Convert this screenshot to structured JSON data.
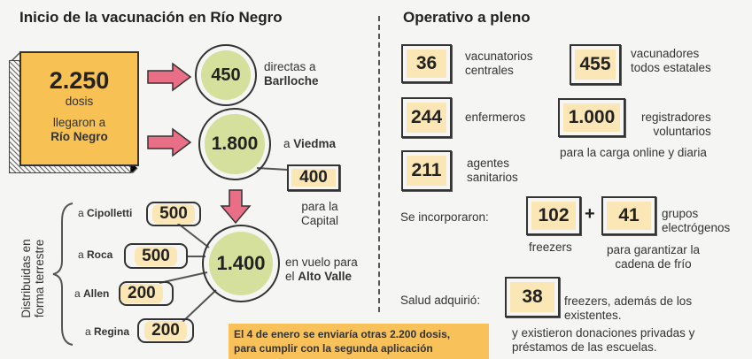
{
  "left": {
    "title": "Inicio de la vacunación en Río Negro",
    "total": {
      "value": "2.250",
      "line1": "dosis",
      "line2": "llegaron a",
      "line3": "Río Negro"
    },
    "bariloche": {
      "value": "450",
      "line1": "directas a",
      "line2": "Barlloche"
    },
    "viedma": {
      "value": "1.800",
      "label_pre": "a ",
      "label_bold": "Viedma"
    },
    "capital": {
      "value": "400",
      "line1": "para la",
      "line2": "Capital"
    },
    "altovalle": {
      "value": "1.400",
      "line1": "en vuelo para",
      "line2_pre": "el ",
      "line2_bold": "Alto Valle"
    },
    "distributed_label": {
      "line1": "Distribuidas en",
      "line2": "forma terrestre"
    },
    "cities": [
      {
        "pre": "a ",
        "name": "Cipolletti",
        "value": "500"
      },
      {
        "pre": "a ",
        "name": "Roca",
        "value": "500"
      },
      {
        "pre": "a ",
        "name": "Allen",
        "value": "200"
      },
      {
        "pre": "a ",
        "name": "Regina",
        "value": "200"
      }
    ],
    "note": {
      "line1": "El 4 de enero se enviaría otras 2.200 dosis,",
      "line2": "para cumplir con la segunda aplicación"
    }
  },
  "right": {
    "title": "Operativo a pleno",
    "stats": [
      {
        "value": "36",
        "line1": "vacunatorios",
        "line2": "centrales"
      },
      {
        "value": "455",
        "line1": "vacunadores",
        "line2": "todos estatales"
      },
      {
        "value": "244",
        "line1": "enfermeros"
      },
      {
        "value": "1.000",
        "line1": "registradores",
        "line2": "voluntarios",
        "extra": "para la carga online y diaria"
      },
      {
        "value": "211",
        "line1": "agentes",
        "line2": "sanitarios"
      }
    ],
    "incorporated": {
      "label": "Se incorporaron:",
      "freezers": "102",
      "freezers_label": "freezers",
      "plus": "+",
      "generators": "41",
      "gen_line1": "grupos",
      "gen_line2": "electrógenos",
      "purpose1": "para garantizar la",
      "purpose2": "cadena de frío"
    },
    "acquired": {
      "label": "Salud adquirió:",
      "value": "38",
      "line1": "freezers, además de los",
      "line2": "existentes.",
      "line3": "y existieron donaciones privadas y",
      "line4": "préstamos de las escuelas."
    }
  },
  "colors": {
    "orange": "#f7c153",
    "green": "#d4e09b",
    "cream": "#fbe7b5",
    "pink": "#e96f86"
  }
}
